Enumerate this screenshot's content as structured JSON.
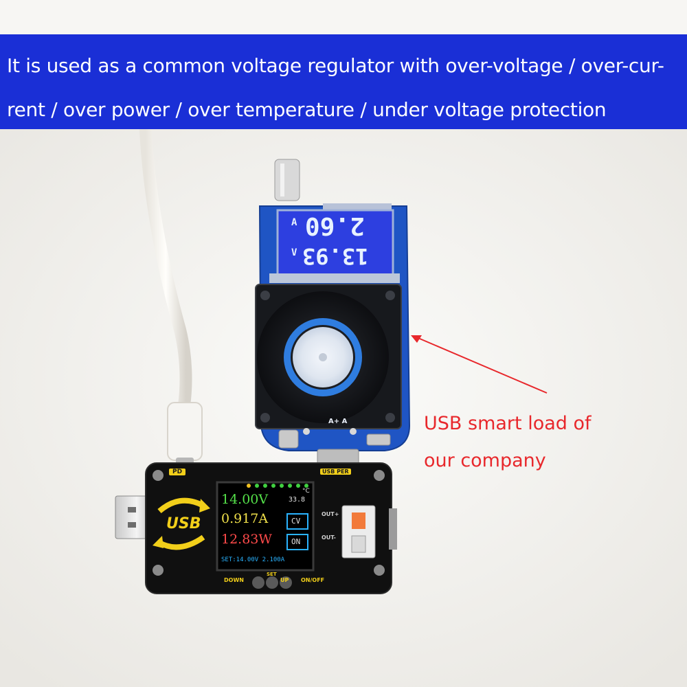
{
  "banner": {
    "line1": "It is used as a common voltage regulator with over-voltage / over-cur-",
    "line2": "rent / over power / over temperature / under voltage protection"
  },
  "callout": {
    "line1": "USB smart load of",
    "line2": "our company"
  },
  "load_lcd": {
    "top_value": "2.60",
    "top_unit": "A",
    "bottom_value": "13.93",
    "bottom_unit": "V"
  },
  "load_board": {
    "port_labels": "A+ A"
  },
  "regulator": {
    "pd_label": "PD",
    "usb_per_label": "USB PER",
    "usb_logo": "USB",
    "out_plus": "OUT+",
    "out_minus": "OUT-",
    "down_label": "DOWN",
    "set_label": "SET",
    "up_label": "UP",
    "onoff_label": "ON/OFF"
  },
  "tft": {
    "voltage": "14.00V",
    "current": "0.917A",
    "power": "12.83W",
    "temp": "33.8",
    "temp_unit": "°C",
    "mode": "CV",
    "state": "ON",
    "set_line": "SET:14.00V 2.100A"
  },
  "colors": {
    "banner_bg": "#1a2fd6",
    "callout_red": "#e8282c",
    "lcd_blue": "#2d3fe0",
    "board_blue": "#1f55c4"
  }
}
